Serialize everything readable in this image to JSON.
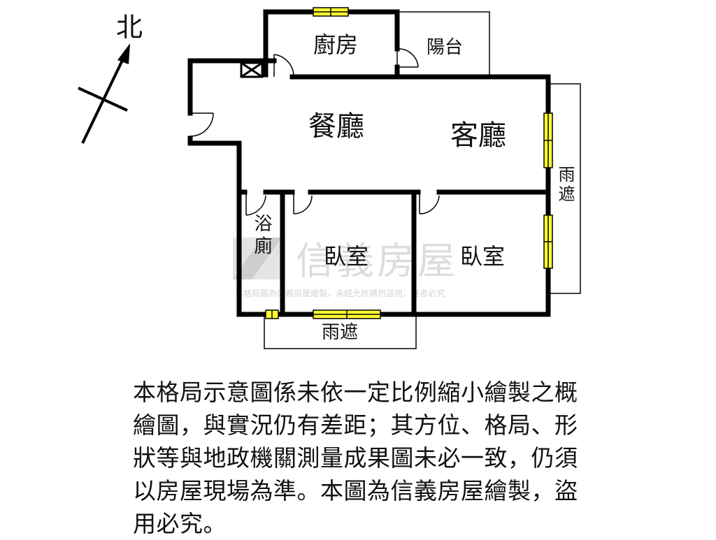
{
  "compass": {
    "north_label": "北"
  },
  "rooms": {
    "kitchen": "廚房",
    "balcony": "陽台",
    "dining": "餐廳",
    "living": "客廳",
    "rain_shelter_east": "雨遮",
    "bathroom": "浴廁",
    "bedroom_west": "臥室",
    "bedroom_east": "臥室",
    "rain_shelter_south": "雨遮"
  },
  "watermark": {
    "brand": "信義房屋",
    "notice": "本格局圖為信義房屋繪製，未經允許請勿盜用，違者必究"
  },
  "colors": {
    "wall": "#000000",
    "window": "#ffff33",
    "watermark": "#d9d9d9"
  },
  "disclaimer": "本格局示意圖係未依一定比例縮小繪製之概\n繪圖，與實況仍有差距；其方位、格局、形\n狀等與地政機關測量成果圖未必一致，仍須\n以房屋現場為準。本圖為信義房屋繪製，盜\n用必究。"
}
